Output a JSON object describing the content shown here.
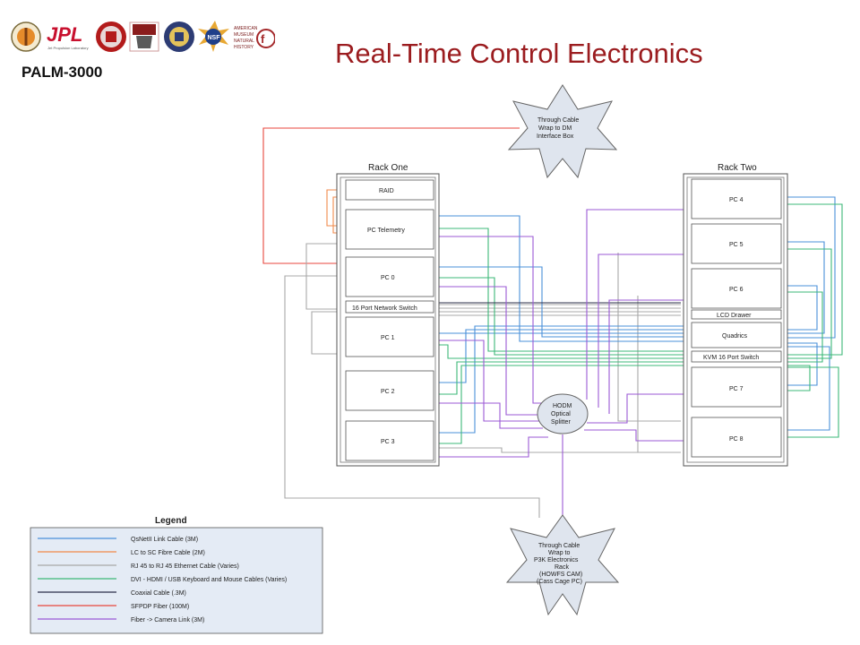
{
  "header": {
    "brand": "PALM-3000",
    "title": "Real-Time Control Electronics",
    "logos": [
      "caltech-seal",
      "JPL",
      "cornell-seal",
      "crest",
      "oxford-seal",
      "NSF",
      "AMERICAN MUSEUM NATURAL HISTORY",
      "AF-logo"
    ],
    "jpl_text": "JPL",
    "jpl_sub": "Jet Propulsion Laboratory",
    "museum_text": [
      "AMERICAN",
      "MUSEUM",
      "NATURAL",
      "HISTORY"
    ]
  },
  "diagram": {
    "rack_one": {
      "label": "Rack One",
      "slots": [
        "RAID",
        "PC Telemetry",
        "PC 0",
        "16 Port Network Switch",
        "PC 1",
        "PC 2",
        "PC 3"
      ]
    },
    "rack_two": {
      "label": "Rack Two",
      "slots": [
        "PC 4",
        "PC 5",
        "PC 6",
        "LCD Drawer",
        "Quadrics",
        "KVM 16 Port Switch",
        "PC 7",
        "PC 8"
      ]
    },
    "star_top": [
      "Through Cable",
      "Wrap to DM",
      "Interface Box"
    ],
    "star_bottom": [
      "Through Cable",
      "Wrap to",
      "P3K Electronics",
      "Rack",
      "(HOWFS CAM)",
      "(Cass Cage PC)"
    ],
    "splitter": [
      "HODM",
      "Optical",
      "Splitter"
    ]
  },
  "legend": {
    "title": "Legend",
    "items": [
      {
        "label": "QsNetII Link Cable (3M)",
        "color": "#4a90d9"
      },
      {
        "label": "LC to SC Fibre Cable (2M)",
        "color": "#f08a4b"
      },
      {
        "label": "RJ 45 to RJ 45 Ethernet Cable (Varies)",
        "color": "#a8a8a8"
      },
      {
        "label": "DVI - HDMI / USB Keyboard and Mouse Cables (Varies)",
        "color": "#3cb878"
      },
      {
        "label": "Coaxial Cable (.3M)",
        "color": "#2b2f4a"
      },
      {
        "label": "SFPDP Fiber (100M)",
        "color": "#e8463c"
      },
      {
        "label": "Fiber -> Camera Link (3M)",
        "color": "#9b59d6"
      }
    ]
  },
  "colors": {
    "title": "#9b1c1f",
    "qsnet": "#4a90d9",
    "lcsc": "#f08a4b",
    "ethernet": "#a8a8a8",
    "dvi": "#3cb878",
    "coax": "#2b2f4a",
    "sfpdp": "#e8463c",
    "fiber": "#9b59d6"
  }
}
